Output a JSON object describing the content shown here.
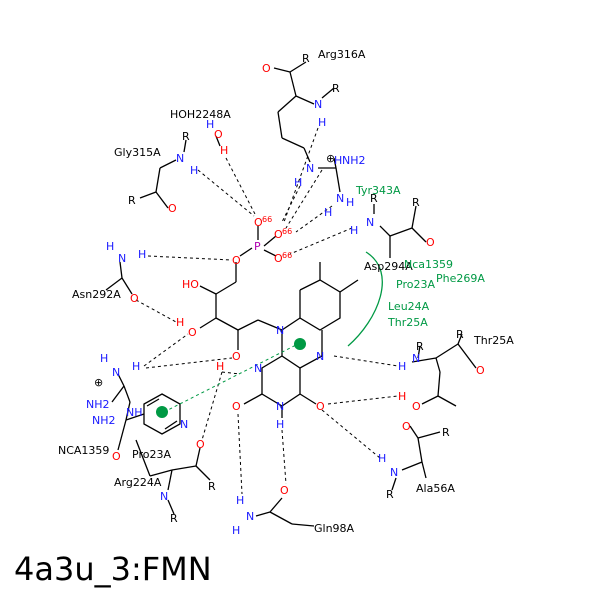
{
  "title": "4a3u_3:FMN",
  "colors": {
    "nitrogen": "#1a1aff",
    "oxygen": "#ff0000",
    "phosphorus": "#b000b0",
    "hydrophobic": "#009944",
    "bond": "#000000"
  },
  "residues": {
    "arg316": "Arg316A",
    "hoh2248": "HOH2248A",
    "gly315": "Gly315A",
    "tyr343": "Tyr343A",
    "asp294": "Asp294A",
    "nca1359_green": "Nca1359",
    "phe269": "Phe269A",
    "pro23_green": "Pro23A",
    "leu24": "Leu24A",
    "thr25_green": "Thr25A",
    "thr25": "Thr25A",
    "asn292": "Asn292A",
    "nca1359": "NCA1359",
    "pro23": "Pro23A",
    "arg224": "Arg224A",
    "ala56": "Ala56A",
    "gln98": "Gln98A"
  },
  "distances": {
    "d1": "66",
    "d2": "66",
    "d3": "66"
  },
  "atoms": {
    "O": "O",
    "N": "N",
    "H": "H",
    "R": "R",
    "P": "P",
    "NH": "NH",
    "NH2": "NH2",
    "HO": "HO",
    "plus": "⊕"
  }
}
